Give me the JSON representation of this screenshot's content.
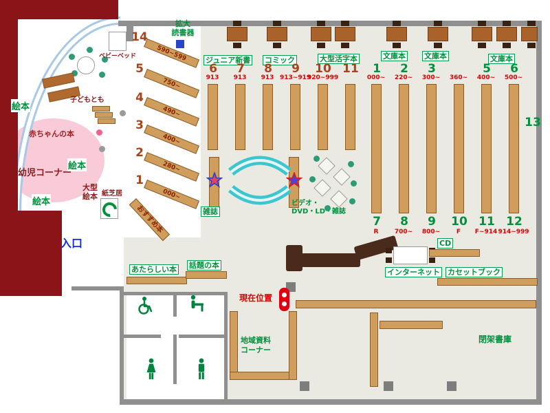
{
  "colors": {
    "maroon": "#8a1417",
    "floor": "#eaeae3",
    "wall": "#8f8f8f",
    "shelf_tan": "#cf9d5c",
    "shelf_border": "#8a5a28",
    "label_green": "#00913d",
    "range_red": "#e00000",
    "number_brown": "#a8441c",
    "dark_red": "#8b1a1a",
    "entrance_blue": "#1030d8",
    "device_blue": "#2a46c8",
    "pink_area": "#f9cbd8",
    "bench_cyan": "#3cc6d0",
    "counter_brown": "#4a2a1a"
  },
  "icons": {
    "star_left": "star-marker",
    "star_right": "star-marker",
    "wheelchair": "wheelchair-symbol",
    "baby_change": "baby-changing-symbol",
    "female": "female-figure",
    "male": "male-figure",
    "reading_device": "blue-square",
    "current_position_pin": "red-pin"
  },
  "entrance": "入口",
  "children": {
    "ehon": [
      "絵本",
      "絵本",
      "絵本"
    ],
    "yoji_corner": "幼児コーナー",
    "akachan_hon": "赤ちゃんの本",
    "kodomo": "子どもとも",
    "baby_bed": "ベビーベッド",
    "ogata1": "大型",
    "ogata2": "絵本",
    "kamishibai": "紙芝居",
    "osusume": "おすすめ本"
  },
  "diagonals": [
    {
      "num": "14",
      "range": "590~599"
    },
    {
      "num": "5",
      "range": "750~"
    },
    {
      "num": "4",
      "range": "490~"
    },
    {
      "num": "3",
      "range": "400~"
    },
    {
      "num": "2",
      "range": "280~"
    },
    {
      "num": "1",
      "range": "000~"
    }
  ],
  "top": {
    "kakudai1": "拡大",
    "kakudai2": "読書器",
    "junior": "ジュニア新書",
    "comic": "コミック",
    "ogata_katsuji": "大型活字本",
    "bunko1": "文庫本",
    "bunko2": "文庫本",
    "bunko3": "文庫本"
  },
  "group_a": [
    {
      "num": "6",
      "range": "913"
    },
    {
      "num": "7",
      "range": "913"
    },
    {
      "num": "8",
      "range": "913"
    },
    {
      "num": "9",
      "range": "913~919"
    },
    {
      "num": "10",
      "range": "920~999"
    },
    {
      "num": "11",
      "range": ""
    }
  ],
  "group_b_top": [
    {
      "num": "1",
      "range": "000~"
    },
    {
      "num": "2",
      "range": "220~"
    },
    {
      "num": "3",
      "range": "300~"
    },
    {
      "num": "",
      "range": "360~"
    },
    {
      "num": "5",
      "range": "400~"
    },
    {
      "num": "6",
      "range": "500~"
    }
  ],
  "group_b_bottom": [
    {
      "num": "7",
      "range": "R"
    },
    {
      "num": "8",
      "range": "700~"
    },
    {
      "num": "9",
      "range": "800~"
    },
    {
      "num": "10",
      "range": "F"
    },
    {
      "num": "11",
      "range": "F~914"
    },
    {
      "num": "12",
      "range": "914~999"
    }
  ],
  "n13": "13",
  "mid": {
    "zasshi": "雑誌",
    "video1": "ビデオ・",
    "video2": "DVD・LD・雑誌"
  },
  "lower": {
    "atarashii": "あたらしい本",
    "wadai": "話題の本",
    "genzai": "現在位置",
    "internet": "インターネット",
    "cd": "CD",
    "cassette": "カセットブック",
    "chiiki1": "地域資料",
    "chiiki2": "コーナー",
    "heika": "閉架書庫"
  }
}
